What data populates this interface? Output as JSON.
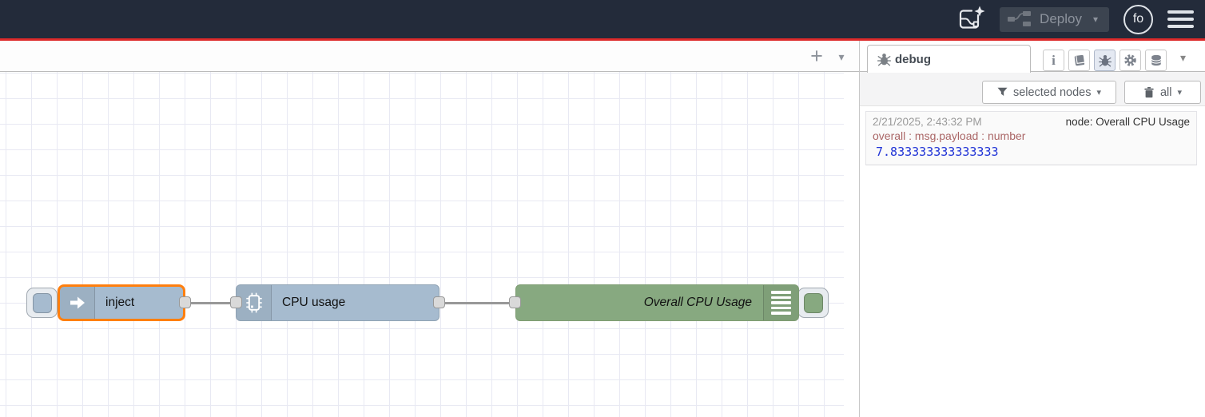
{
  "header": {
    "deploy_label": "Deploy",
    "avatar_label": "fo"
  },
  "icons": {
    "plus": "+",
    "chevron_down": "▾",
    "info": "i"
  },
  "canvas": {
    "nodes": [
      {
        "type": "inject",
        "label": "inject",
        "selected": true
      },
      {
        "type": "cpu",
        "label": "CPU usage"
      },
      {
        "type": "debug",
        "label": "Overall CPU Usage"
      }
    ]
  },
  "sidebar": {
    "tab_label": "debug",
    "filter_button_label": "selected nodes",
    "clear_button_label": "all",
    "messages": [
      {
        "timestamp": "2/21/2025, 2:43:32 PM",
        "source": "node: Overall CPU Usage",
        "meta": "overall : msg.payload : number",
        "value": "7.833333333333333"
      }
    ]
  },
  "colors": {
    "header_bg": "#232b3a",
    "accent_red": "#dd2a2a",
    "node_blue": "#a6bbcf",
    "node_green": "#87a980",
    "selection_orange": "#ff7f0e",
    "wire_gray": "#989898",
    "debug_meta_red": "#aa6666",
    "debug_value_blue": "#2033d6"
  }
}
